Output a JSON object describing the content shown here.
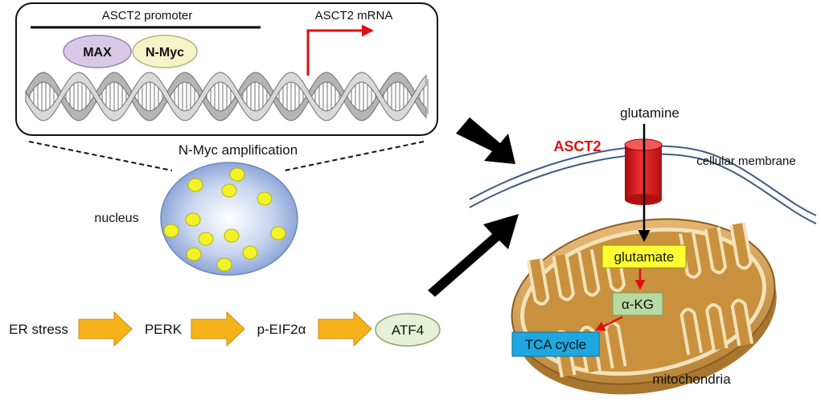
{
  "dna_box": {
    "promoter_label": "ASCT2  promoter",
    "mrna_label": "ASCT2  mRNA",
    "max_label": "MAX",
    "nmyc_label": "N-Myc"
  },
  "amplification_label": "N-Myc amplification",
  "nucleus_label": "nucleus",
  "er_pathway": {
    "steps": [
      "ER stress",
      "PERK",
      "p-EIF2α",
      "ATF4"
    ]
  },
  "membrane": {
    "glutamine_label": "glutamine",
    "asct2_label": "ASCT2",
    "membrane_label": "cellular membrane"
  },
  "mito": {
    "glutamate_label": "glutamate",
    "akg_label": "α-KG",
    "tca_label": "TCA cycle",
    "mito_label": "mitochondria"
  },
  "colors": {
    "max_oval": "#d9c9e6",
    "nmyc_oval": "#f7f3c9",
    "transcription_arrow": "#e01010",
    "asct2_label": "#e01010",
    "transporter": "#e21b1b",
    "glutamate_box": "#ffff33",
    "akg_box": "#b8d9a0",
    "tca_box": "#1ea7e0",
    "atf4_oval": "#e6f2d7",
    "orange_arrow": "#f5b21a",
    "nucleus_dot": "#f2f229",
    "membrane_line": "#3d5c86"
  }
}
